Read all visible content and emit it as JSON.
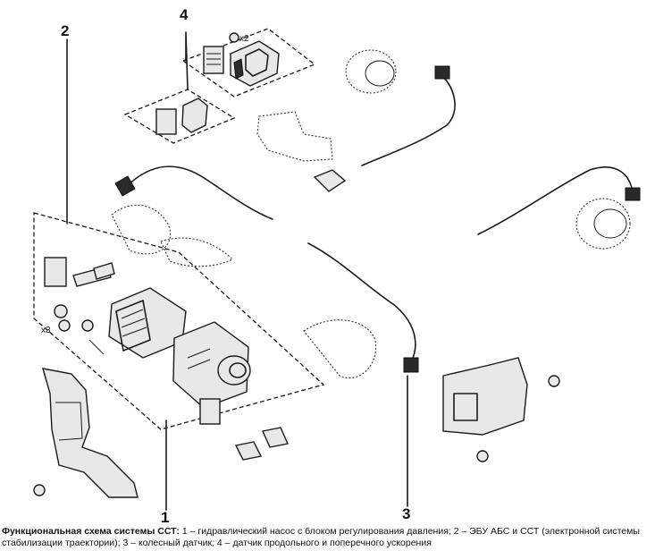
{
  "callouts": {
    "n1": "1",
    "n2": "2",
    "n3": "3",
    "n4": "4"
  },
  "quantities": {
    "x2": "x2",
    "x3": "x3"
  },
  "caption": {
    "title": "Функциональная схема системы ССТ:",
    "text": "1 – гидравлический насос с блоком регулирования давления; 2 – ЭБУ АБС и ССТ (электронной системы стабилизации траектории); 3 – колесный датчик; 4 – датчик продольного и поперечного ускорения"
  }
}
